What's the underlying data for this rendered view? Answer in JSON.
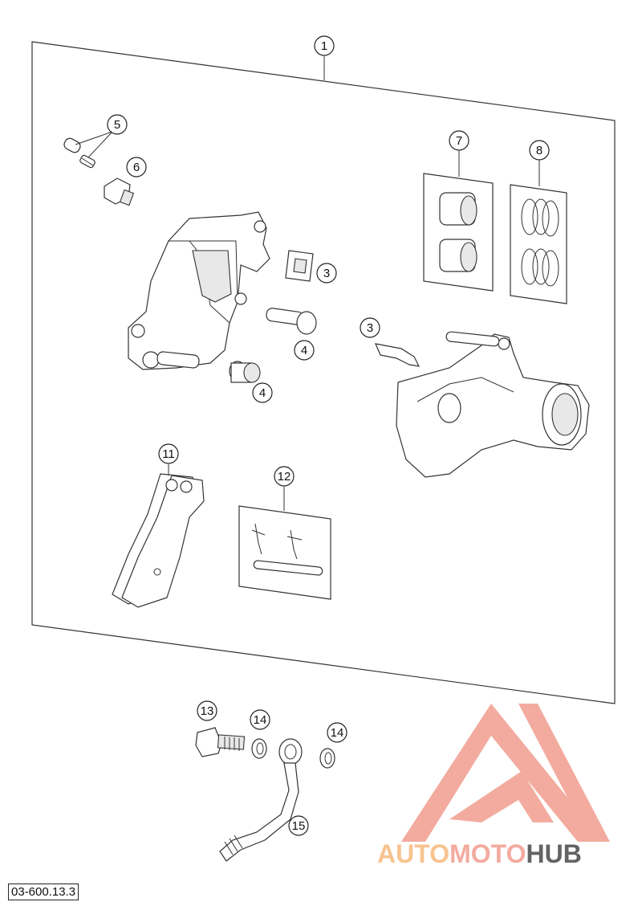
{
  "diagram": {
    "document_code": "03-600.13.3",
    "callouts": [
      {
        "id": "callout-1",
        "label": "1"
      },
      {
        "id": "callout-5",
        "label": "5"
      },
      {
        "id": "callout-6",
        "label": "6"
      },
      {
        "id": "callout-7",
        "label": "7"
      },
      {
        "id": "callout-8",
        "label": "8"
      },
      {
        "id": "callout-3a",
        "label": "3"
      },
      {
        "id": "callout-3b",
        "label": "3"
      },
      {
        "id": "callout-4a",
        "label": "4"
      },
      {
        "id": "callout-4b",
        "label": "4"
      },
      {
        "id": "callout-11",
        "label": "11"
      },
      {
        "id": "callout-12",
        "label": "12"
      },
      {
        "id": "callout-13",
        "label": "13"
      },
      {
        "id": "callout-14a",
        "label": "14"
      },
      {
        "id": "callout-14b",
        "label": "14"
      },
      {
        "id": "callout-15",
        "label": "15"
      }
    ]
  },
  "watermark": {
    "part1": "AUTO",
    "part2": "MOTO",
    "part3": "HUB",
    "color_primary": "#f3a79a",
    "color_secondary": "#f7c08a",
    "color_dark": "#5b5b5b"
  }
}
